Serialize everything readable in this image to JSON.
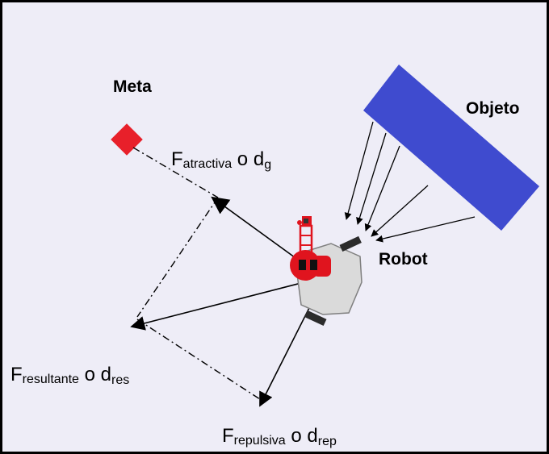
{
  "labels": {
    "goal": "Meta",
    "object": "Objeto",
    "robot": "Robot"
  },
  "forces": {
    "attractive": {
      "main": "F",
      "sub": "atractiva",
      "or": " o ",
      "d": "d",
      "dsub": "g"
    },
    "resultant": {
      "main": "F",
      "sub": "resultante",
      "or": " o ",
      "d": "d",
      "dsub": "res"
    },
    "repulsive": {
      "main": "F",
      "sub": "repulsiva",
      "or": " o ",
      "d": "d",
      "dsub": "rep"
    }
  },
  "colors": {
    "background": "#eeedf7",
    "frame": "#000000",
    "goal": "#e8202a",
    "object": "#3f4bcf",
    "robot_body": "#d9d9d9",
    "robot_arm": "#e0141e",
    "lines": "#000000"
  }
}
